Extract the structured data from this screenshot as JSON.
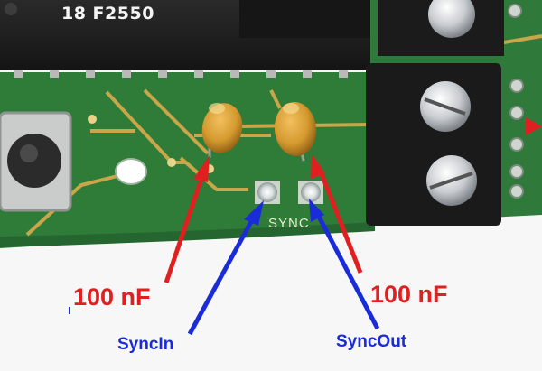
{
  "board": {
    "chip_label": "18 F2550",
    "silkscreen_label": "SYNC"
  },
  "annotations": {
    "capacitor_left": "100 nF",
    "capacitor_right": "100 nF",
    "sync_in": "SyncIn",
    "sync_out": "SyncOut"
  },
  "colors": {
    "pcb": "#2f7a3a",
    "trace": "#c9a64a",
    "capacitor": "#d49a2e",
    "chip": "#1c1c1c",
    "red_arrow": "#e02020",
    "blue_arrow": "#1a2bd8"
  }
}
